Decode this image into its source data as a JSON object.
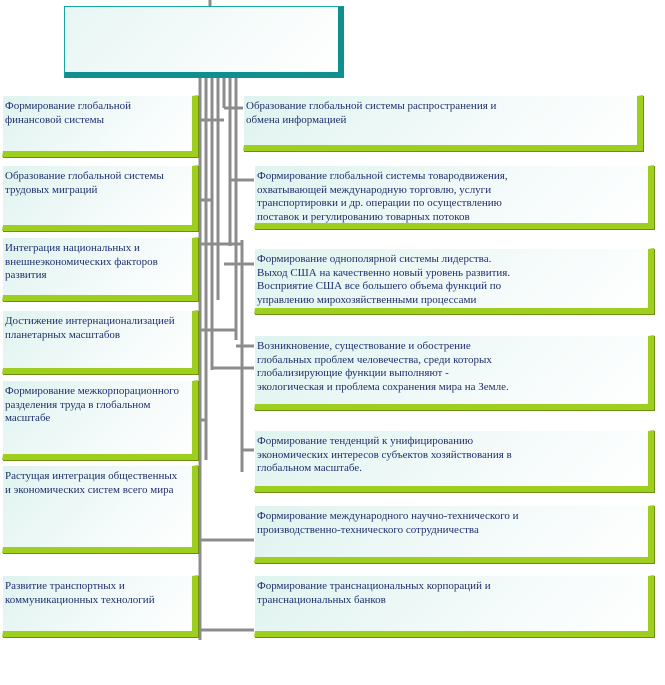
{
  "top": {
    "title": ""
  },
  "left": [
    "Формирование глобальной\nфинансовой системы",
    "Образование глобальной системы\nтрудовых миграций",
    "Интеграция национальных и\nвнешнеэкономических факторов\nразвития",
    "Достижение интернационализацией\nпланетарных масштабов",
    "Формирование межкорпорационного\nразделения труда в глобальном\nмасштабе",
    "Растущая интеграция общественных\nи экономических систем всего мира",
    "Развитие транспортных и\nкоммуникационных технологий"
  ],
  "right": [
    "Образование глобальной системы распространения и\nобмена информацией",
    "Формирование глобальной системы товародвижения,\nохватывающей международную торговлю, услуги\nтранспортировки и др. операции по осуществлению\nпоставок и регулированию товарных потоков",
    "Формирование однополярной системы лидерства.\nВыход США на качественно новый уровень развития.\nВосприятие США все большего объема функций по\nуправлению мирохозяйственными процессами",
    "Возникновение, существование и обострение\nглобальных проблем человечества, среди которых\nглобализирующие функции выполняют  -\nэкологическая и проблема сохранения мира на Земле.",
    "Формирование тенденций к унифицированию\nэкономических интересов субъектов хозяйствования в\nглобальном масштабе.",
    "Формирование международного научно-технического и\n производственно-технического сотрудничества",
    "Формирование транснациональных корпораций и\nтранснациональных банков"
  ],
  "colors": {
    "box_border": "#9ecf1e",
    "text": "#1f2f6e",
    "connector": "#8c8c8c",
    "header_border": "#0f8f8f"
  }
}
